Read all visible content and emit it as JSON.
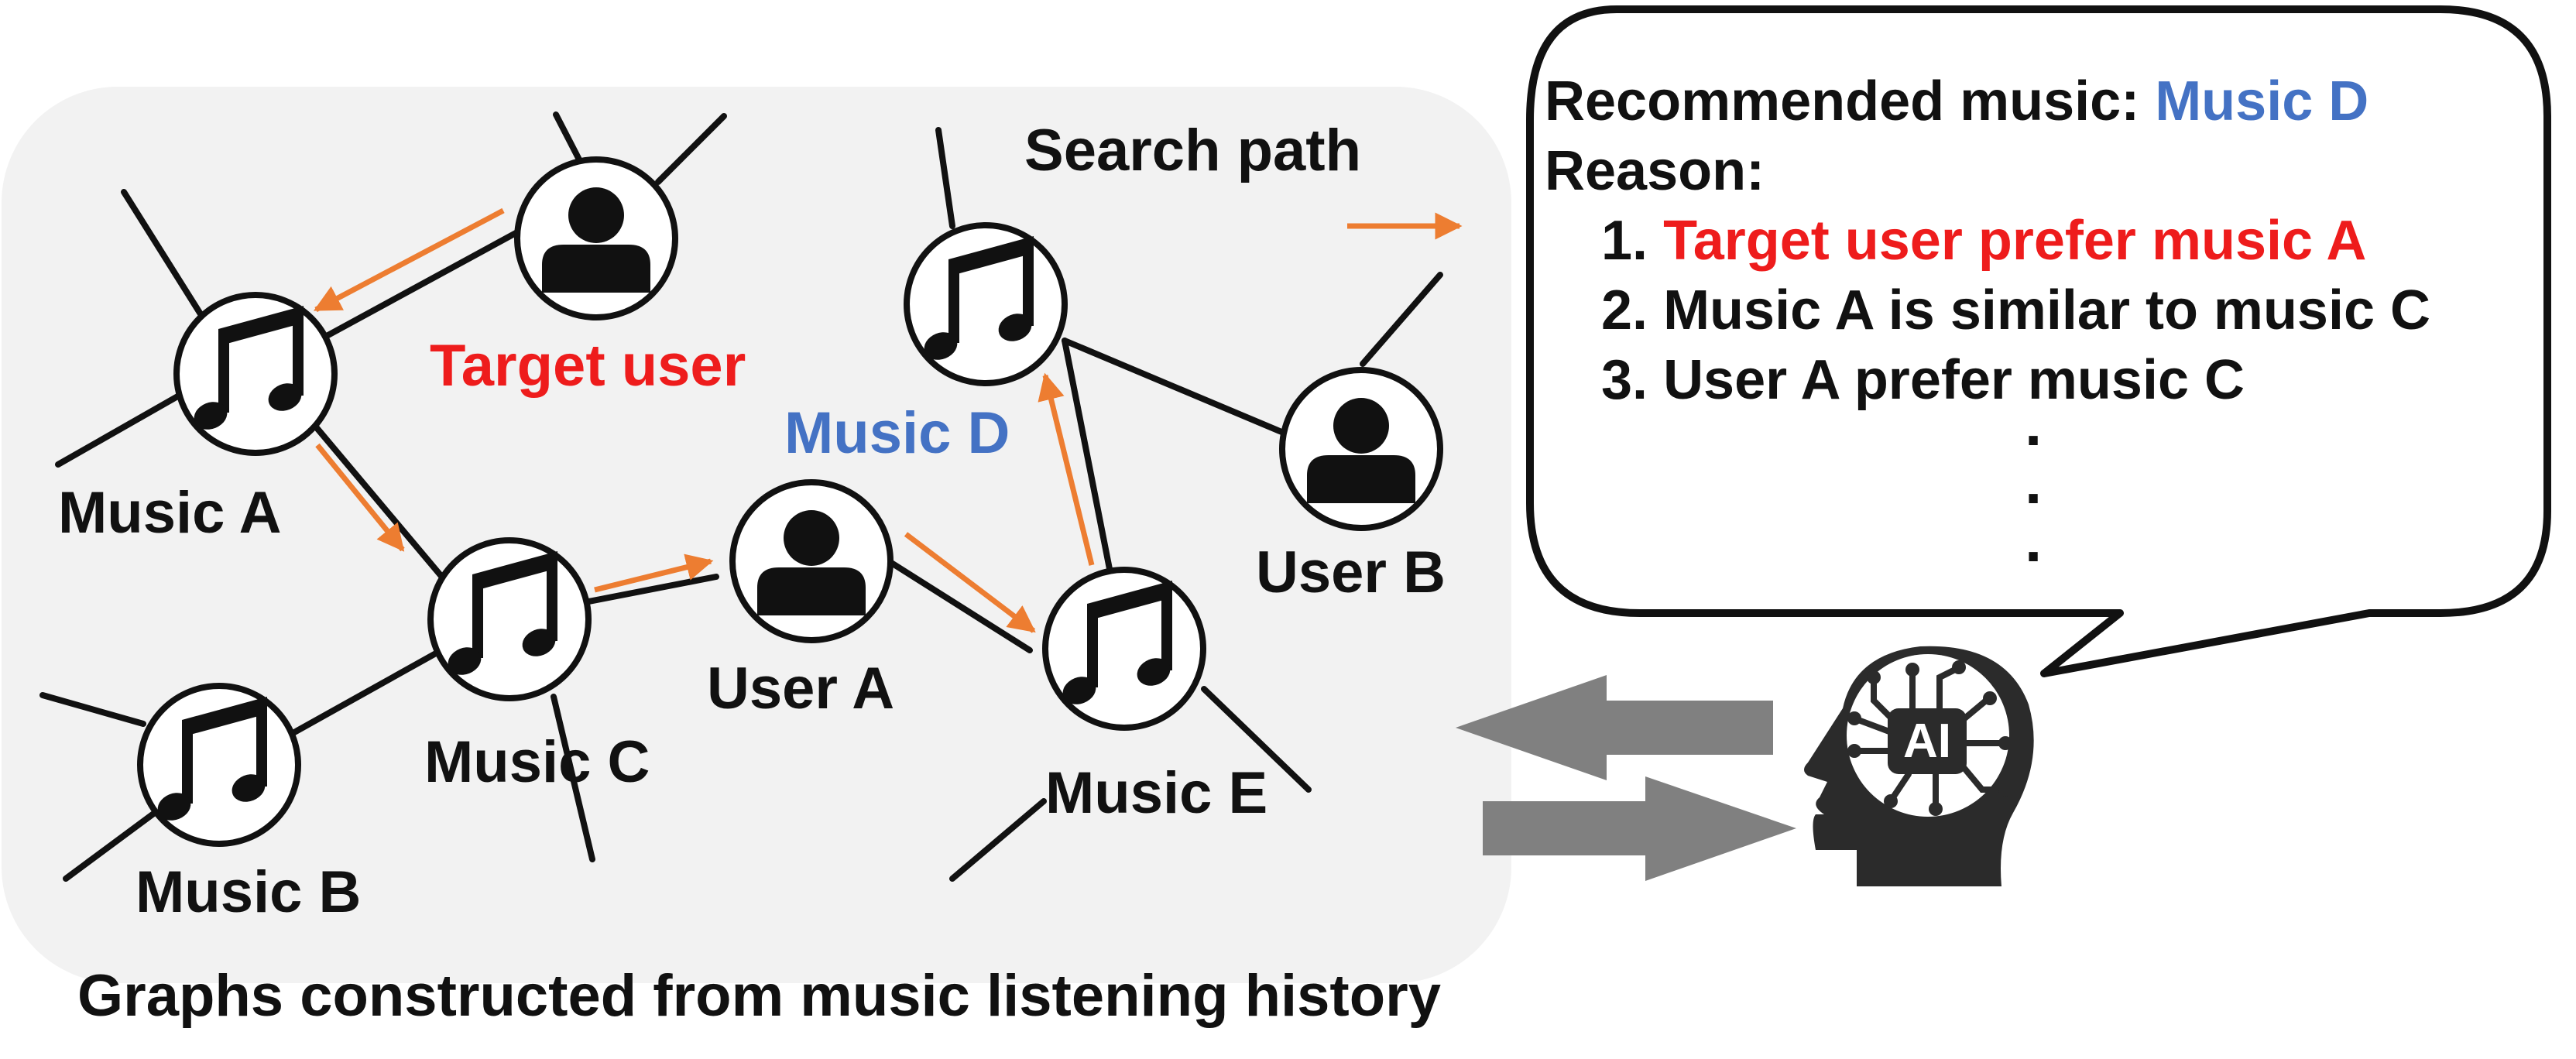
{
  "graph": {
    "caption": "Graphs constructed from music listening history",
    "search_path_label": "Search path",
    "target_user_label": "Target user",
    "nodes": {
      "music_a": "Music A",
      "music_b": "Music B",
      "music_c": "Music C",
      "music_d": "Music D",
      "music_e": "Music E",
      "user_a": "User A",
      "user_b": "User B"
    }
  },
  "speech": {
    "recommended_prefix": "Recommended music: ",
    "recommended_value": "Music D",
    "reason_label": "Reason:",
    "reasons": [
      {
        "num": "1. ",
        "text": "Target user prefer music A"
      },
      {
        "num": "2. ",
        "text": "Music A is similar to music C"
      },
      {
        "num": "3. ",
        "text": "User A prefer music C"
      }
    ],
    "ellipsis": [
      ".",
      ".",
      "."
    ]
  },
  "ai_icon": {
    "label": "AI",
    "icon": "ai-head-icon"
  },
  "colors": {
    "accent_red": "#ee1c1c",
    "accent_blue": "#4472c4",
    "path_orange": "#ed7d31",
    "panel_bg": "#f2f2f2",
    "arrow_gray": "#808080"
  }
}
